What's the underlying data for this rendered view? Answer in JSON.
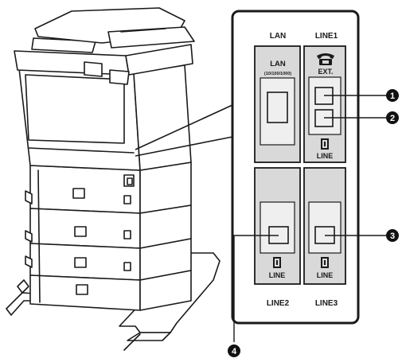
{
  "panel": {
    "headers": {
      "lan": "LAN",
      "line1": "LINE1",
      "line2": "LINE2",
      "line3": "LINE3"
    },
    "lan_port": {
      "title": "LAN",
      "subtitle": "(10/100/1000)"
    },
    "ext_label": "EXT.",
    "line_label": "LINE"
  },
  "callouts": [
    "1",
    "2",
    "3",
    "4"
  ],
  "colors": {
    "ink": "#1a1a1a",
    "panel_fill": "#d9d9d9",
    "port_fill": "#efefef",
    "callout_fill": "#111111",
    "callout_text": "#ffffff"
  },
  "icons": [
    "phone-handset-icon",
    "fax-line-icon"
  ]
}
